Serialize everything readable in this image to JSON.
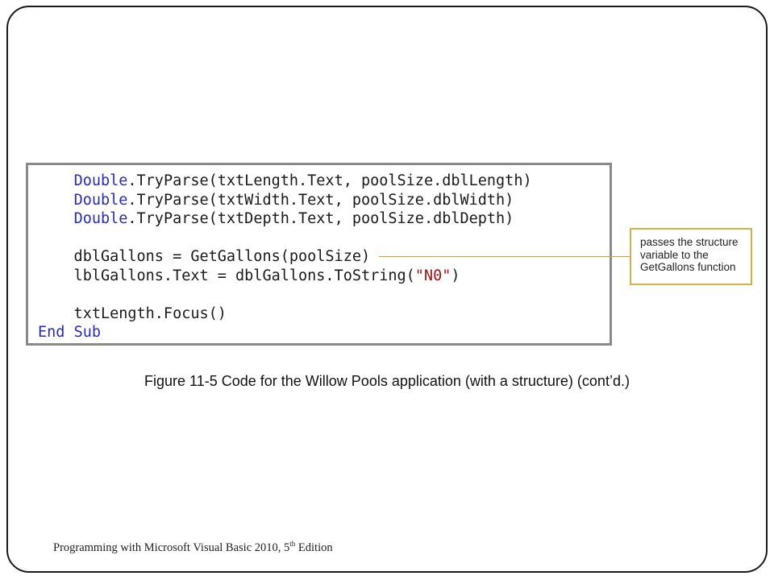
{
  "code_lines": [
    [
      {
        "t": "    "
      },
      {
        "t": "Double",
        "kw": true
      },
      {
        "t": ".TryParse(txtLength.Text, poolSize.dblLength)"
      }
    ],
    [
      {
        "t": "    "
      },
      {
        "t": "Double",
        "kw": true
      },
      {
        "t": ".TryParse(txtWidth.Text, poolSize.dblWidth)"
      }
    ],
    [
      {
        "t": "    "
      },
      {
        "t": "Double",
        "kw": true
      },
      {
        "t": ".TryParse(txtDepth.Text, poolSize.dblDepth)"
      }
    ],
    [
      {
        "t": ""
      }
    ],
    [
      {
        "t": "    dblGallons = GetGallons(poolSize)"
      }
    ],
    [
      {
        "t": "    lblGallons.Text = dblGallons.ToString("
      },
      {
        "t": "\"N0\"",
        "str": true
      },
      {
        "t": ")"
      }
    ],
    [
      {
        "t": ""
      }
    ],
    [
      {
        "t": "    txtLength.Focus()"
      }
    ],
    [
      {
        "t": "End",
        "kw": true
      },
      {
        "t": " "
      },
      {
        "t": "Sub",
        "kw": true
      }
    ]
  ],
  "callout": {
    "line1": "passes the structure",
    "line2": "variable to the",
    "line3": "GetGallons function"
  },
  "caption": "Figure 11-5 Code for the Willow Pools application (with a structure) (cont’d.)",
  "footer": {
    "text": "Programming with Microsoft Visual Basic 2010, 5",
    "sup": "th",
    "suffix": " Edition"
  },
  "colors": {
    "keyword": "#2b2bb5",
    "string": "#a31515",
    "callout_border": "#d4b04a",
    "code_border": "#8a8a8a"
  }
}
